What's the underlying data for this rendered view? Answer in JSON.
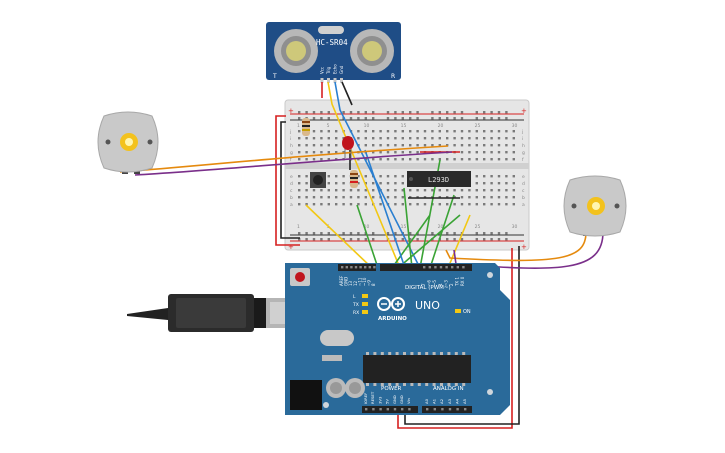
{
  "sensor": {
    "model": "HC-SR04",
    "left_mark": "T",
    "right_mark": "R",
    "pins": [
      "Vcc",
      "Trig",
      "Echo",
      "Gnd"
    ]
  },
  "breadboard": {
    "rail_plus": "+",
    "rail_minus": "-",
    "row_letters": [
      "a",
      "b",
      "c",
      "d",
      "e",
      "f",
      "g",
      "h",
      "i",
      "j"
    ],
    "col_numbers": [
      "1",
      "5",
      "10",
      "15",
      "20",
      "25",
      "30"
    ]
  },
  "driver_ic": {
    "label": "L293D"
  },
  "arduino": {
    "model": "UNO",
    "brand": "ARDUINO",
    "digital_header": "DIGITAL (PWM~)",
    "left_header": [
      "AREF",
      "GND",
      "13",
      "12",
      "~11",
      "~10",
      "~9",
      "8"
    ],
    "right_header": [
      "7",
      "~6",
      "~5",
      "4",
      "~3",
      "2",
      "TX 1",
      "RX 0"
    ],
    "led_labels": [
      "L",
      "TX",
      "RX"
    ],
    "on_label": "ON",
    "power_header": "POWER",
    "power_pins": [
      "IOREF",
      "RESET",
      "3V3",
      "5V",
      "GND",
      "GND",
      "Vin"
    ],
    "analog_header": "ANALOG IN",
    "analog_pins": [
      "A0",
      "A1",
      "A2",
      "A3",
      "A4",
      "A5"
    ]
  },
  "colors": {
    "board": "#2a6a9a",
    "breadboard": "#e6e6e6",
    "sensor": "#1f4d86",
    "wire_red": "#d62020",
    "wire_black": "#222222",
    "wire_yellow": "#f2c814",
    "wire_green": "#3aa335",
    "wire_blue": "#2a7fd0",
    "wire_orange": "#e58a0e",
    "wire_purple": "#7a2f8a",
    "led": "#c0141c"
  },
  "icons": [
    "dc-motor-left-icon",
    "dc-motor-right-icon",
    "usb-cable-icon",
    "push-button-icon",
    "led-icon",
    "resistor-icon"
  ]
}
